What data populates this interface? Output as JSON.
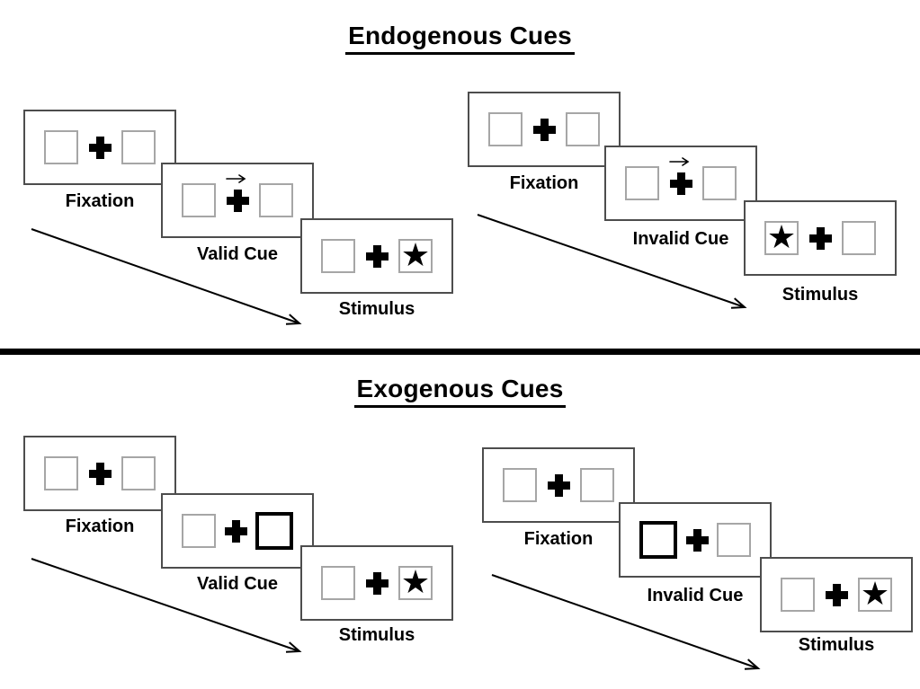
{
  "sections": [
    {
      "title": "Endogenous Cues",
      "trials": [
        {
          "type": "Valid",
          "frames": [
            {
              "label": "Fixation",
              "left_state": "normal",
              "right_state": "normal",
              "left_icon": "",
              "right_icon": ""
            },
            {
              "label": "Valid Cue",
              "left_state": "normal",
              "right_state": "normal",
              "left_icon": "",
              "right_icon": "",
              "cue": "arrow-right"
            },
            {
              "label": "Stimulus",
              "left_state": "normal",
              "right_state": "normal",
              "left_icon": "",
              "right_icon": "★"
            }
          ]
        },
        {
          "type": "Invalid",
          "frames": [
            {
              "label": "Fixation",
              "left_state": "normal",
              "right_state": "normal",
              "left_icon": "",
              "right_icon": ""
            },
            {
              "label": "Invalid Cue",
              "left_state": "normal",
              "right_state": "normal",
              "left_icon": "",
              "right_icon": "",
              "cue": "arrow-right"
            },
            {
              "label": "Stimulus",
              "left_state": "normal",
              "right_state": "normal",
              "left_icon": "★",
              "right_icon": ""
            }
          ]
        }
      ]
    },
    {
      "title": "Exogenous Cues",
      "trials": [
        {
          "type": "Valid",
          "frames": [
            {
              "label": "Fixation",
              "left_state": "normal",
              "right_state": "normal",
              "left_icon": "",
              "right_icon": ""
            },
            {
              "label": "Valid Cue",
              "left_state": "normal",
              "right_state": "highlight",
              "left_icon": "",
              "right_icon": "",
              "cue": "box-highlight-right"
            },
            {
              "label": "Stimulus",
              "left_state": "normal",
              "right_state": "normal",
              "left_icon": "",
              "right_icon": "★"
            }
          ]
        },
        {
          "type": "Invalid",
          "frames": [
            {
              "label": "Fixation",
              "left_state": "normal",
              "right_state": "normal",
              "left_icon": "",
              "right_icon": ""
            },
            {
              "label": "Invalid Cue",
              "left_state": "highlight",
              "right_state": "normal",
              "left_icon": "",
              "right_icon": "",
              "cue": "box-highlight-left"
            },
            {
              "label": "Stimulus",
              "left_state": "normal",
              "right_state": "normal",
              "left_icon": "",
              "right_icon": "★"
            }
          ]
        }
      ]
    }
  ],
  "icons": {
    "star": "★",
    "fixation_cross": "heavy-plus-cross",
    "cue_arrow": "right-arrow",
    "sequence_arrow": "diagonal-down-right-arrow"
  },
  "colors": {
    "background": "#ffffff",
    "ink": "#000000",
    "card_border": "#4d4d4d",
    "box_border": "#a6a6a6",
    "divider": "#000000"
  }
}
